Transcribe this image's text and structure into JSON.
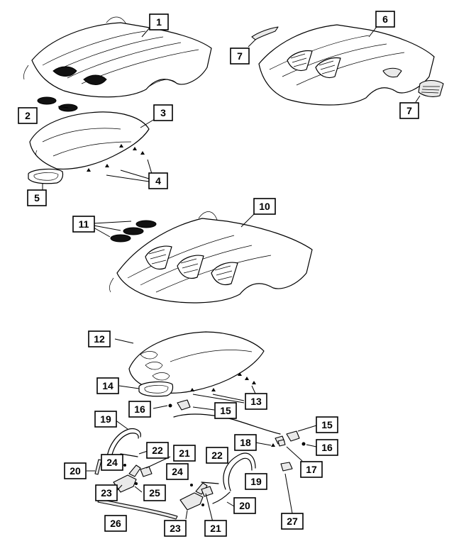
{
  "callouts": [
    {
      "id": "c1",
      "label": "1"
    },
    {
      "id": "c2",
      "label": "2"
    },
    {
      "id": "c3",
      "label": "3"
    },
    {
      "id": "c4",
      "label": "4"
    },
    {
      "id": "c5",
      "label": "5"
    },
    {
      "id": "c6",
      "label": "6"
    },
    {
      "id": "c7a",
      "label": "7"
    },
    {
      "id": "c7b",
      "label": "7"
    },
    {
      "id": "c10",
      "label": "10"
    },
    {
      "id": "c11",
      "label": "11"
    },
    {
      "id": "c12",
      "label": "12"
    },
    {
      "id": "c13",
      "label": "13"
    },
    {
      "id": "c14",
      "label": "14"
    },
    {
      "id": "c15a",
      "label": "15"
    },
    {
      "id": "c15b",
      "label": "15"
    },
    {
      "id": "c16a",
      "label": "16"
    },
    {
      "id": "c16b",
      "label": "16"
    },
    {
      "id": "c17",
      "label": "17"
    },
    {
      "id": "c18",
      "label": "18"
    },
    {
      "id": "c19a",
      "label": "19"
    },
    {
      "id": "c19b",
      "label": "19"
    },
    {
      "id": "c20a",
      "label": "20"
    },
    {
      "id": "c20b",
      "label": "20"
    },
    {
      "id": "c21a",
      "label": "21"
    },
    {
      "id": "c21b",
      "label": "21"
    },
    {
      "id": "c22a",
      "label": "22"
    },
    {
      "id": "c22b",
      "label": "22"
    },
    {
      "id": "c23a",
      "label": "23"
    },
    {
      "id": "c23b",
      "label": "23"
    },
    {
      "id": "c24a",
      "label": "24"
    },
    {
      "id": "c24b",
      "label": "24"
    },
    {
      "id": "c25",
      "label": "25"
    },
    {
      "id": "c26",
      "label": "26"
    },
    {
      "id": "c27",
      "label": "27"
    }
  ]
}
